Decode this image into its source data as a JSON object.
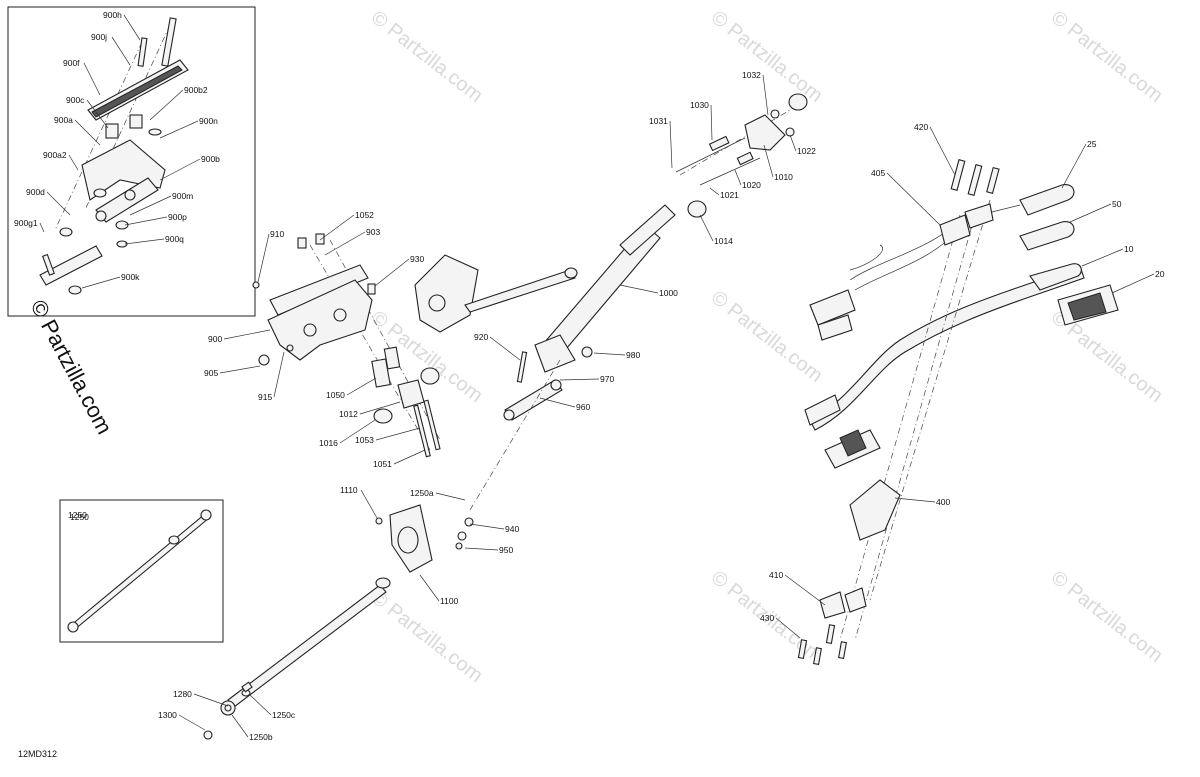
{
  "diagram": {
    "code": "12MD312",
    "watermark": "© Partzilla.com",
    "inset_boxes": [
      {
        "id": "inset-900",
        "label": ""
      },
      {
        "id": "inset-1250",
        "label": "1250"
      }
    ],
    "callouts": [
      "900h",
      "900j",
      "900f",
      "900c",
      "900b2",
      "900a",
      "900n",
      "900a2",
      "900b",
      "900d",
      "900m",
      "900p",
      "900g1",
      "900q",
      "900k",
      "910",
      "1052",
      "903",
      "930",
      "900",
      "905",
      "915",
      "1050",
      "1012",
      "1016",
      "1053",
      "1051",
      "1031",
      "1030",
      "1032",
      "1022",
      "1010",
      "1020",
      "1021",
      "1014",
      "1000",
      "920",
      "980",
      "970",
      "960",
      "1110",
      "1250a",
      "940",
      "950",
      "1100",
      "1250",
      "1280",
      "1300",
      "1250c",
      "1250b",
      "420",
      "405",
      "25",
      "50",
      "10",
      "20",
      "400",
      "410",
      "430"
    ]
  }
}
